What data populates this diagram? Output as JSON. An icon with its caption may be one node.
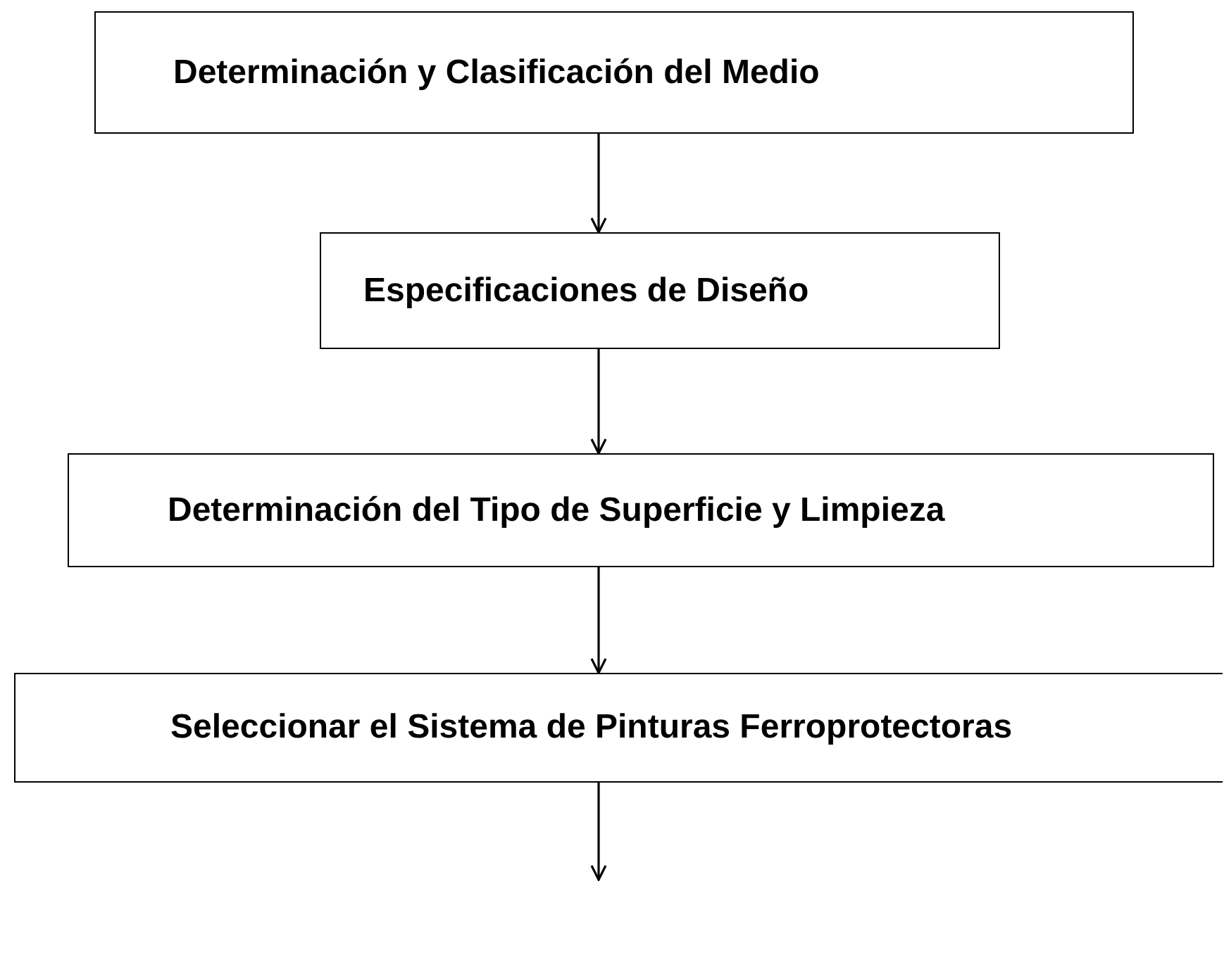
{
  "diagram": {
    "nodes": [
      {
        "text": [
          "Determinación y Clasificación del Medio"
        ]
      },
      {
        "text": [
          "Especificaciones de Diseño"
        ]
      },
      {
        "text": [
          "Determinación del Tipo de Superficie y Limpieza"
        ]
      },
      {
        "text": [
          "Seleccionar el Sistema de Pinturas Ferroprotectoras"
        ]
      }
    ],
    "edges": [
      {
        "from": 0,
        "to": 1,
        "arrow": "to"
      },
      {
        "from": 1,
        "to": 2,
        "arrow": "to"
      },
      {
        "from": 2,
        "to": 3,
        "arrow": "to"
      },
      {
        "from": 3,
        "to": null,
        "arrow": "to"
      }
    ]
  }
}
